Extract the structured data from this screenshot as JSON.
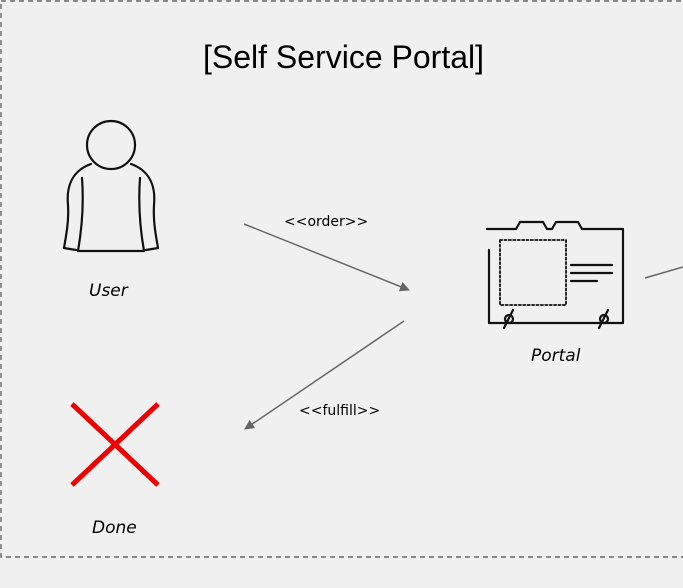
{
  "diagram": {
    "title": "[Self Service Portal]",
    "nodes": {
      "user": {
        "label": "User",
        "icon": "person-icon"
      },
      "portal": {
        "label": "Portal",
        "icon": "portal-folder-icon"
      },
      "done": {
        "label": "Done",
        "icon": "red-cross-icon"
      }
    },
    "edges": {
      "order": {
        "label": "<<order>>"
      },
      "fulfill": {
        "label": "<<fulfill>>"
      }
    },
    "colors": {
      "background": "#f0f0f0",
      "boundary": "#666666",
      "arrow": "#666666",
      "cross": "#ee0000"
    }
  }
}
